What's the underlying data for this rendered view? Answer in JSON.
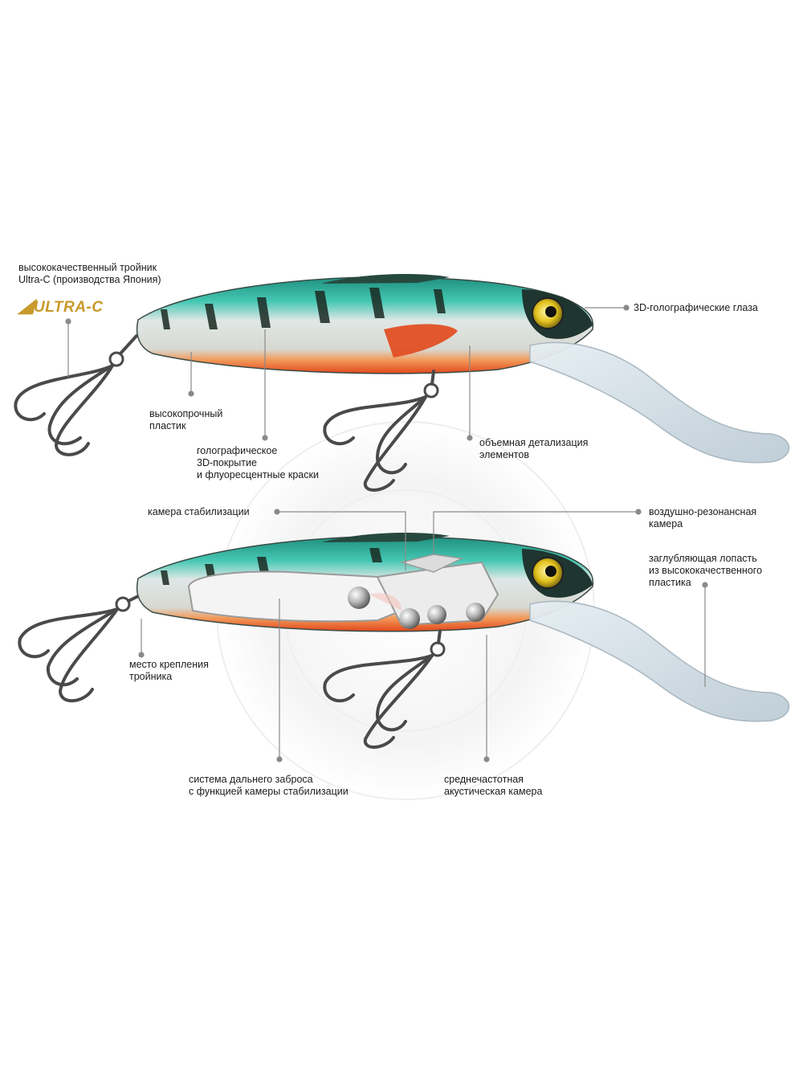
{
  "labels": {
    "hook_quality": [
      "высококачественный тройник",
      "Ultra-C (производства Япония)"
    ],
    "eyes": [
      "3D-голографические глаза"
    ],
    "plastic": [
      "высокопрочный",
      "пластик"
    ],
    "coating": [
      "голографическое",
      "3D-покрытие",
      "и флуоресцентные краски"
    ],
    "detail": [
      "объемная детализация",
      "элементов"
    ],
    "stab_chamber": [
      "камера стабилизации"
    ],
    "air_chamber": [
      "воздушно-резонансная",
      "камера"
    ],
    "lip": [
      "заглубляющая лопасть",
      "из высококачественного",
      "пластика"
    ],
    "hook_mount": [
      "место крепления",
      "тройника"
    ],
    "casting": [
      "система дальнего заброса",
      "с функцией камеры стабилизации"
    ],
    "acoustic": [
      "среднечастотная",
      "акустическая камера"
    ]
  },
  "logo": {
    "text": "ULTRA-C"
  },
  "colors": {
    "body_green": "#2fb7a6",
    "belly_orange": "#e8501e",
    "stripe": "#1b2a22",
    "eye": "#e2c21e",
    "leader": "#8a8a8a"
  }
}
